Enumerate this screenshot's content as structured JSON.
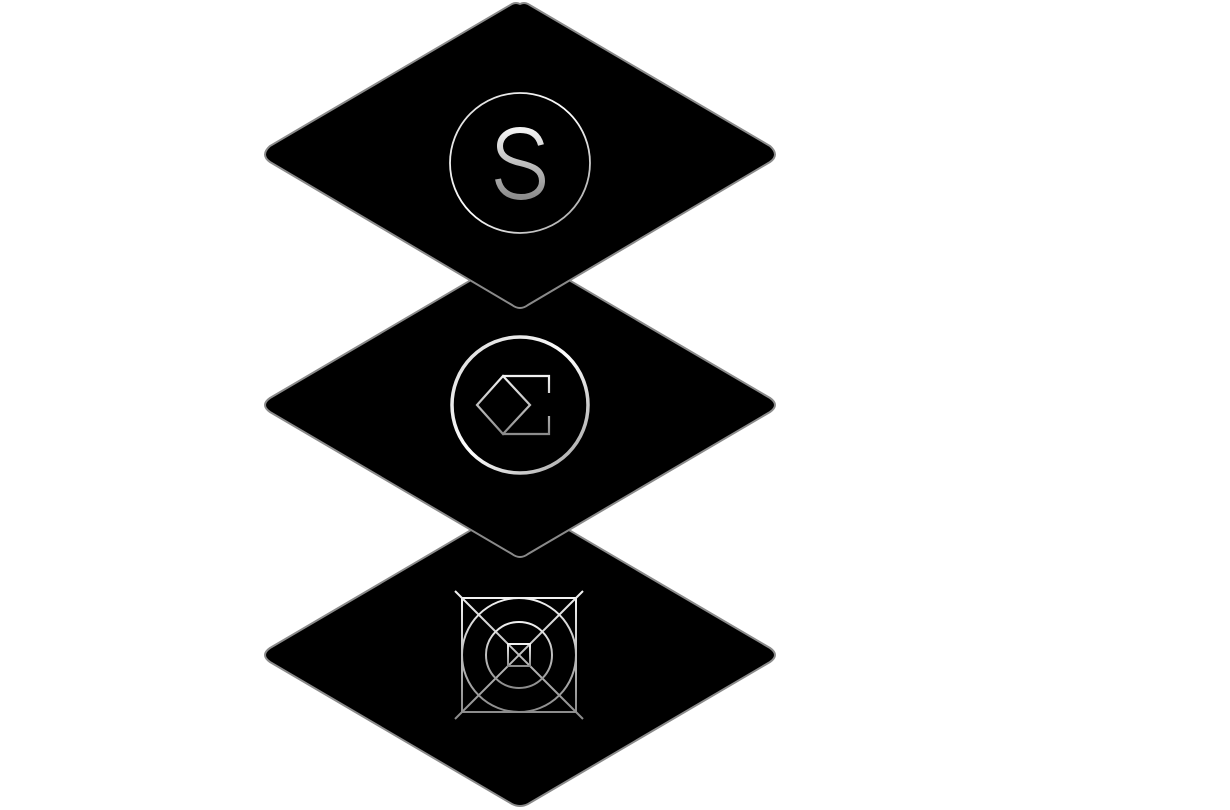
{
  "layers": [
    {
      "id": "bottom",
      "icon": "grid-icon"
    },
    {
      "id": "middle",
      "icon": "sigma-diamond-icon"
    },
    {
      "id": "top",
      "icon": "dollar-icon"
    }
  ],
  "colors": {
    "tile_fill": "#000000",
    "tile_stroke": "#8a8a8a",
    "icon_light": "#f2f2f2",
    "icon_dark": "#8c8c8c"
  }
}
